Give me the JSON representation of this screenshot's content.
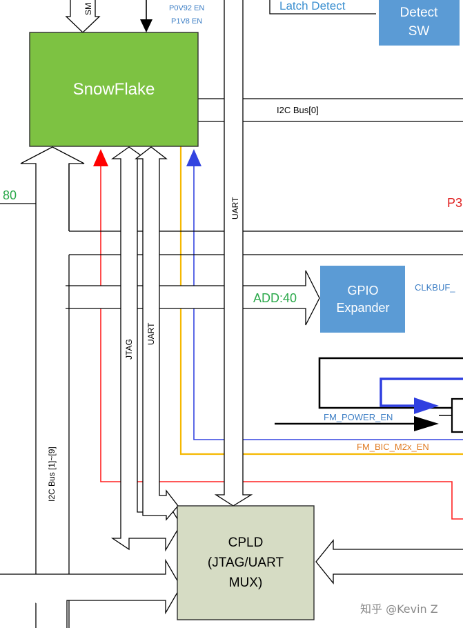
{
  "blocks": {
    "snowflake": "SnowFlake",
    "detect_sw_line1": "Detect",
    "detect_sw_line2": "SW",
    "gpio_line1": "GPIO",
    "gpio_line2": "Expander",
    "cpld_line1": "CPLD",
    "cpld_line2": "(JTAG/UART",
    "cpld_line3": "MUX)"
  },
  "labels": {
    "latch_detect": "Latch Detect",
    "p0v92_en": "P0V92 EN",
    "p1v8_en": "P1V8 EN",
    "sm_partial": "SM",
    "i2c_bus_0": "I2C Bus[0]",
    "addr_80_partial": "80",
    "p3_partial": "P3",
    "uart_top": "UART",
    "add_40": "ADD:40",
    "clkbuf_partial": "CLKBUF_",
    "jtag": "JTAG",
    "uart_mid": "UART",
    "fm_power_en": "FM_POWER_EN",
    "fm_bic_m2x_en": "FM_BIC_M2x_EN",
    "i2c_bus_1_9": "I2C Bus [1]~[9]",
    "watermark": "知乎 @Kevin Z"
  },
  "colors": {
    "snowflake_fill": "#7dc242",
    "blue_block_fill": "#5b9bd5",
    "cpld_fill": "#d6dcc4",
    "red_line": "#ff0000",
    "blue_line": "#2f3fe0",
    "yellow_line": "#f5b800",
    "green_text": "#2aa84a",
    "blue_text": "#3b7dc4",
    "dark_text": "#000000"
  }
}
